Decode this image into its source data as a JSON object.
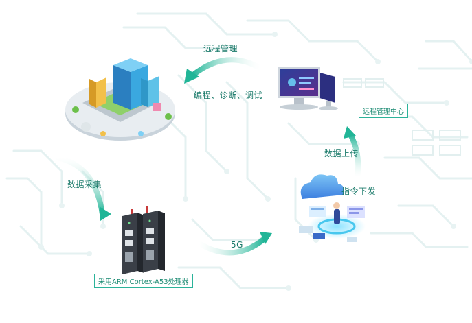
{
  "labels": {
    "remote_management": "远程管理",
    "program_diagnose_debug": "编程、诊断、调试",
    "remote_management_center": "远程管理中心",
    "data_upload": "数据上传",
    "command_issue": "指令下发",
    "data_collection": "数据采集",
    "network": "5G",
    "processor": "采用ARM Cortex-A53处理器"
  },
  "colors": {
    "arrow": "#23b89a",
    "arrow_light": "#d9f4ee",
    "circuit": "#e6f2f2",
    "text": "#1a7a6a",
    "monitor_screen": "#2a3a8f",
    "router_body": "#2b2f36",
    "cloud": "#4aa0e8"
  },
  "icons": {
    "city": "smart-city-isometric-icon",
    "monitors": "desktop-monitors-icon",
    "router": "industrial-router-icon",
    "cloud": "cloud-platform-icon"
  }
}
